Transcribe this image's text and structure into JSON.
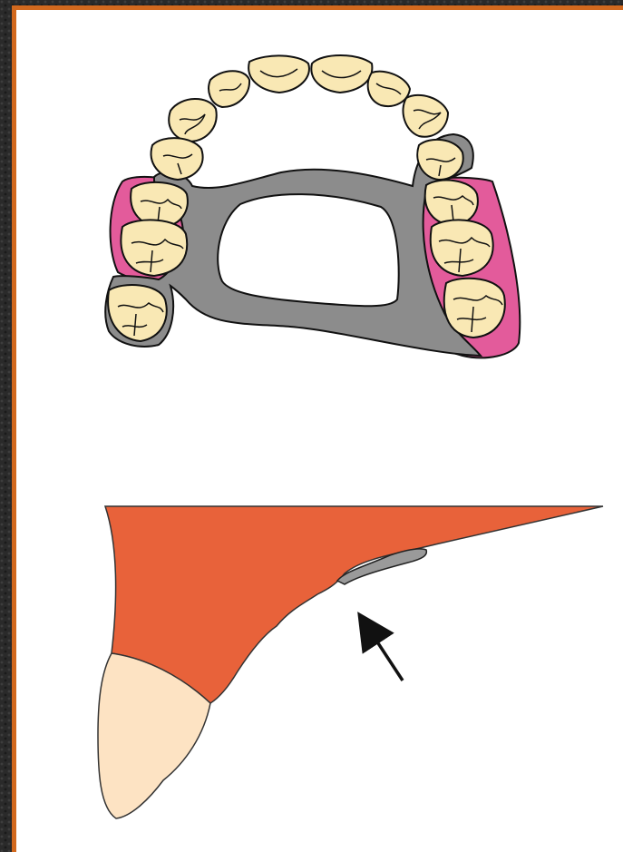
{
  "colors": {
    "background": "#2a2a2a",
    "frame_border": "#d2691e",
    "panel": "#ffffff",
    "tooth_fill": "#f9e8b4",
    "metal_framework": "#8c8c8c",
    "denture_base_acrylic": "#e35b9b",
    "palatal_tissue": "#e8623a",
    "incisor_crown": "#fde3c3",
    "outline": "#111111"
  },
  "figures": [
    {
      "id": "occlusal-view",
      "icon": "maxillary-arch-partial-denture-icon"
    },
    {
      "id": "sagittal-section",
      "icon": "palatal-section-with-incisor-icon"
    }
  ],
  "annotations": [
    {
      "id": "pointer",
      "icon": "arrow-icon"
    }
  ]
}
